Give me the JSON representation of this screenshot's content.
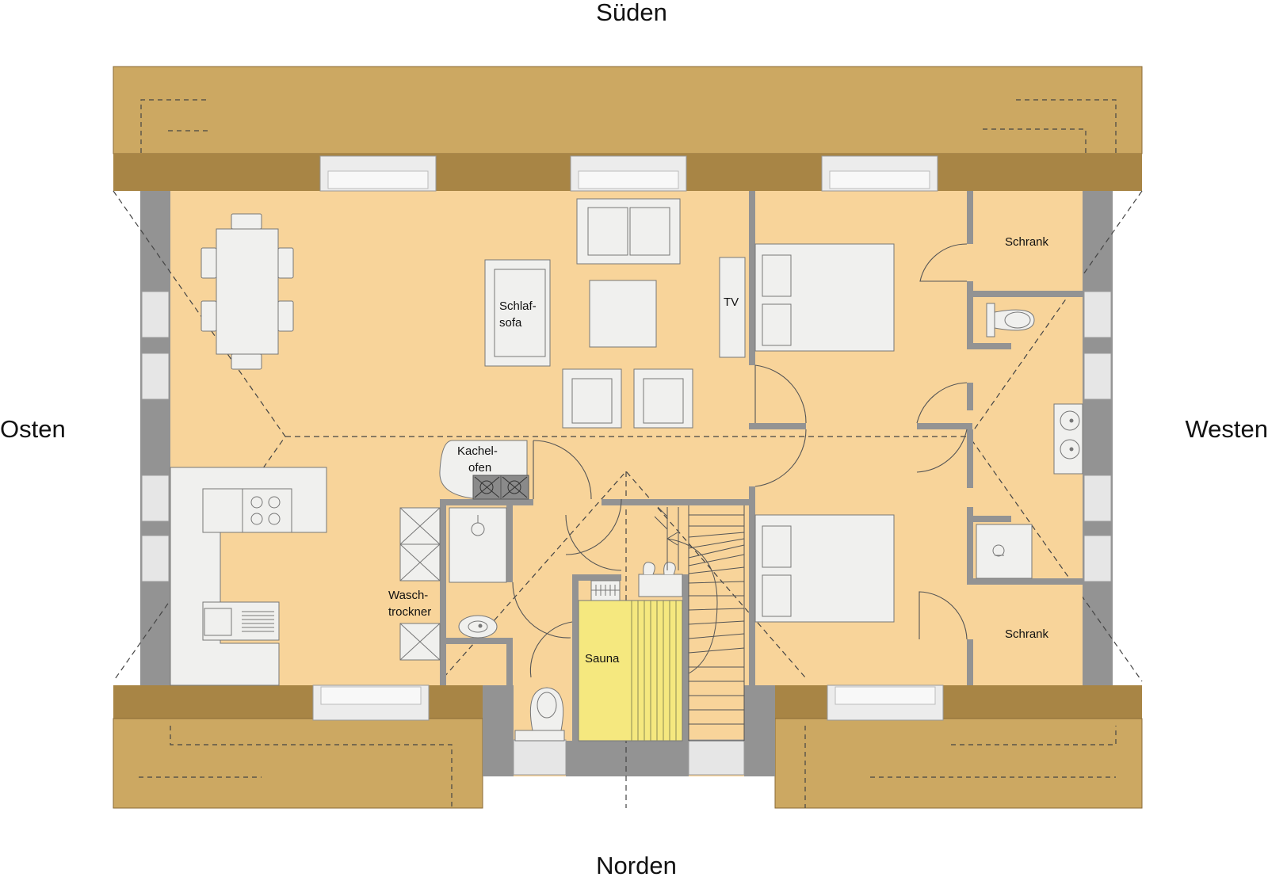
{
  "compass": {
    "south": "Süden",
    "north": "Norden",
    "east": "Osten",
    "west": "Westen"
  },
  "labels": {
    "sofa_bed_line1": "Schlaf-",
    "sofa_bed_line2": "sofa",
    "tv": "TV",
    "tile_stove_line1": "Kachel-",
    "tile_stove_line2": "ofen",
    "washer_dryer_line1": "Wasch-",
    "washer_dryer_line2": "trockner",
    "sauna": "Sauna",
    "wardrobe_top": "Schrank",
    "wardrobe_bottom": "Schrank"
  },
  "colors": {
    "roof": "#cca862",
    "roof_edge": "#a88545",
    "floor": "#f8d49a",
    "wall": "#939393",
    "furniture": "#f0f0ee",
    "sauna": "#f5e87f",
    "line": "#555555"
  }
}
